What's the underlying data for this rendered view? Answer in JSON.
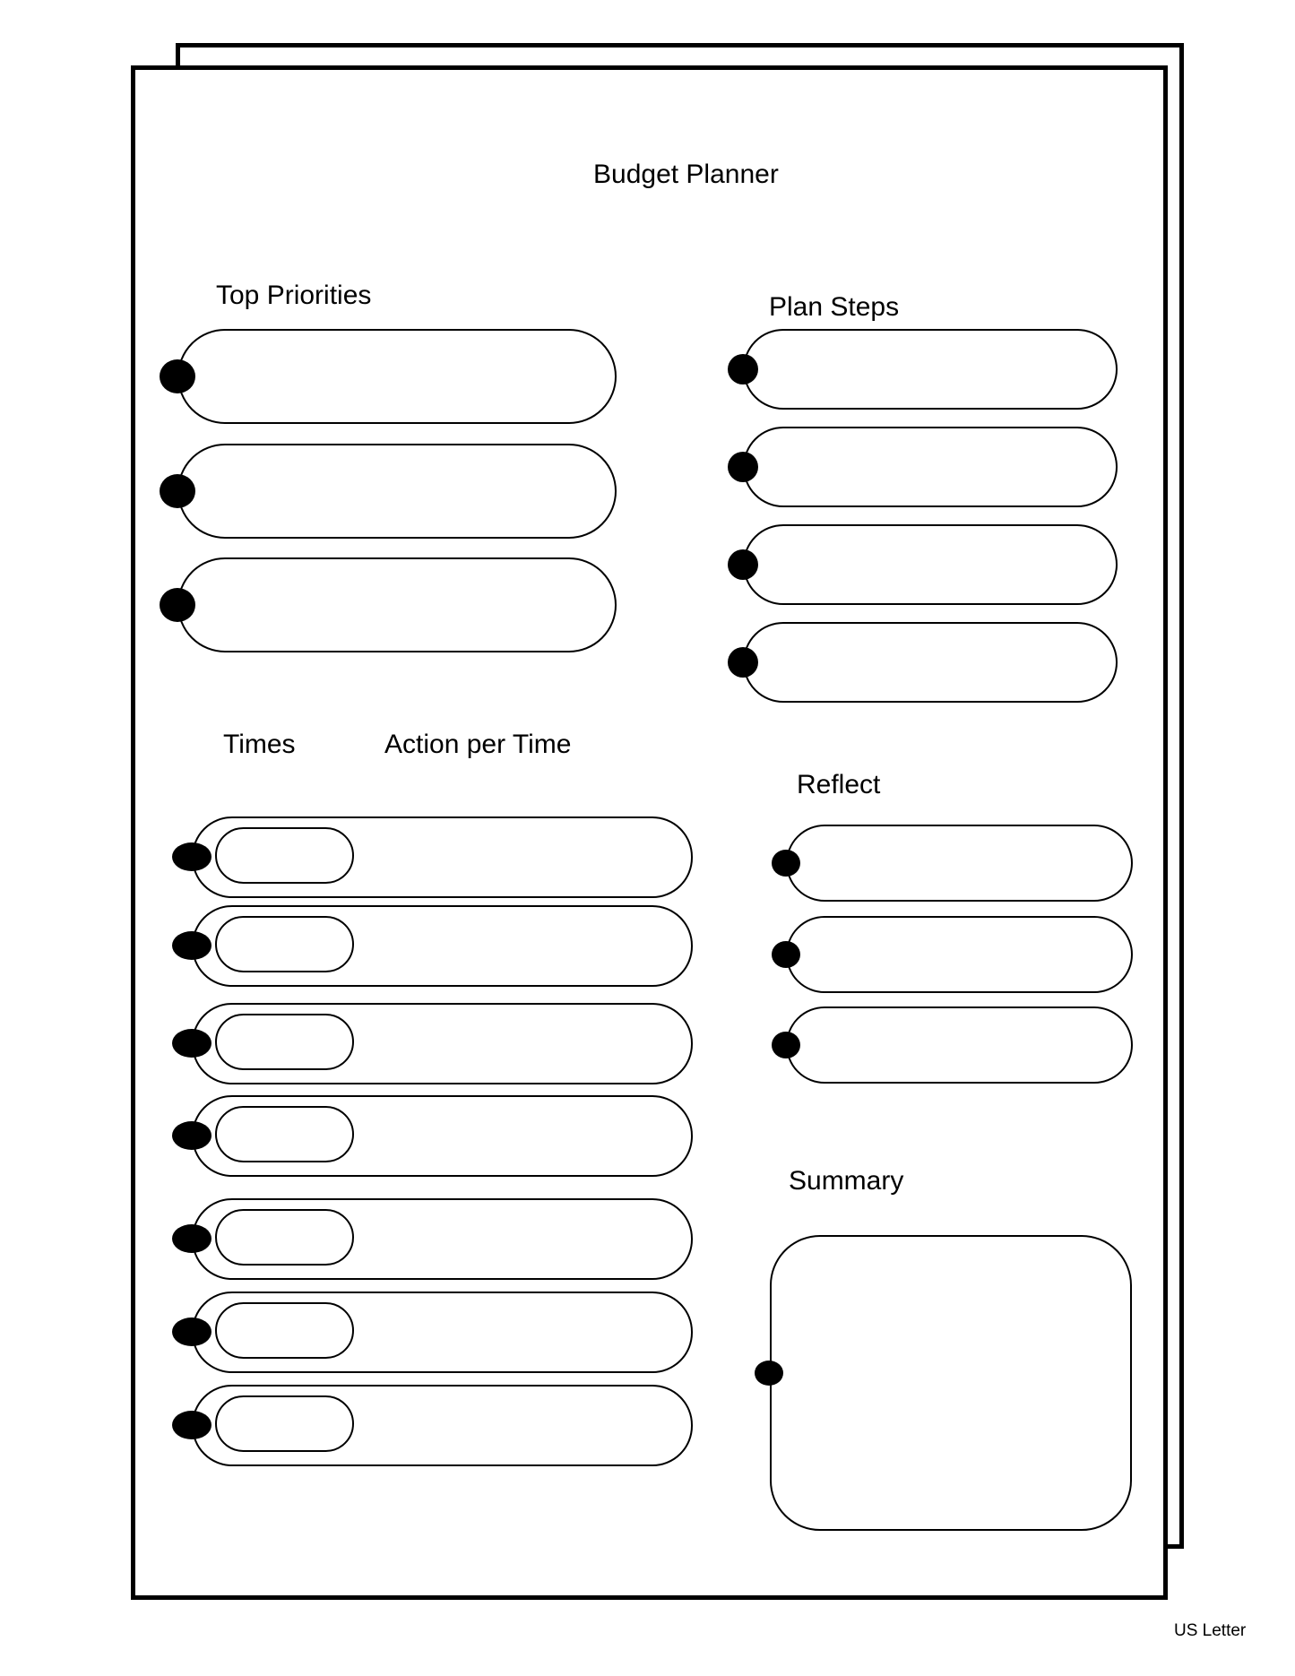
{
  "title": "Budget Planner",
  "sections": {
    "top_priorities": {
      "label": "Top Priorities",
      "rows": 3
    },
    "plan_steps": {
      "label": "Plan Steps",
      "rows": 4
    },
    "times": {
      "label": "Times",
      "rows": 7
    },
    "action_per_time": {
      "label": "Action per Time"
    },
    "reflect": {
      "label": "Reflect",
      "rows": 3
    },
    "summary": {
      "label": "Summary"
    }
  },
  "footer": {
    "paper_size": "US Letter"
  }
}
